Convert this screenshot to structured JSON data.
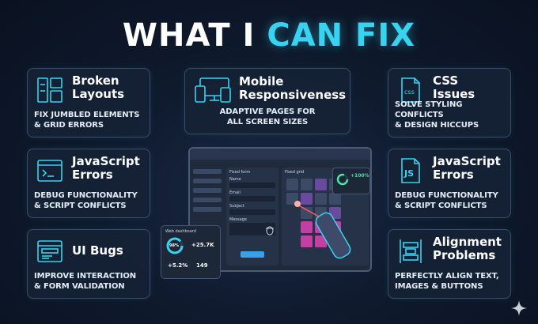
{
  "title": {
    "part1": "WHAT I ",
    "part2": "CAN FIX"
  },
  "cards": [
    {
      "id": "broken-layouts",
      "title": "Broken\nLayouts",
      "desc": "FIX JUMBLED ELEMENTS\n& GRID ERRORS",
      "icon": "layout-grid-icon"
    },
    {
      "id": "mobile-responsiveness",
      "title": "Mobile\nResponsiveness",
      "desc": "ADAPTIVE PAGES FOR\nALL SCREEN SIZES",
      "icon": "devices-icon"
    },
    {
      "id": "css-issues",
      "title": "CSS\nIssues",
      "desc": "SOLVE STYLING CONFLICTS\n& DESIGN HICCUPS",
      "icon": "css-file-icon"
    },
    {
      "id": "javascript-errors-left",
      "title": "JavaScript\nErrors",
      "desc": "DEBUG FUNCTIONALITY\n& SCRIPT CONFLICTS",
      "icon": "terminal-icon"
    },
    {
      "id": "javascript-errors-right",
      "title": "JavaScript\nErrors",
      "desc": "DEBUG FUNCTIONALITY\n& SCRIPT CONFLICTS",
      "icon": "js-file-icon"
    },
    {
      "id": "ui-bugs",
      "title": "UI Bugs",
      "desc": "IMPROVE INTERACTION\n& FORM VALIDATION",
      "icon": "browser-window-icon"
    },
    {
      "id": "alignment-problems",
      "title": "Alignment\nProblems",
      "desc": "PERFECTLY ALIGN TEXT,\nIMAGES & BUTTONS",
      "icon": "align-icon"
    }
  ],
  "mockup": {
    "form_title": "Fixed form",
    "grid_title": "Fixed grid",
    "field_labels": [
      "Name",
      "Email",
      "Subject",
      "Message"
    ],
    "dashboard_title": "Web dashboard",
    "dash_stats": [
      "98%",
      "+25.7K",
      "+5.2%",
      "149"
    ],
    "mini_stat": "+100%"
  },
  "colors": {
    "accent": "#38d3f0",
    "card_border": "#3b4d69",
    "background": "#0f1a2e"
  }
}
